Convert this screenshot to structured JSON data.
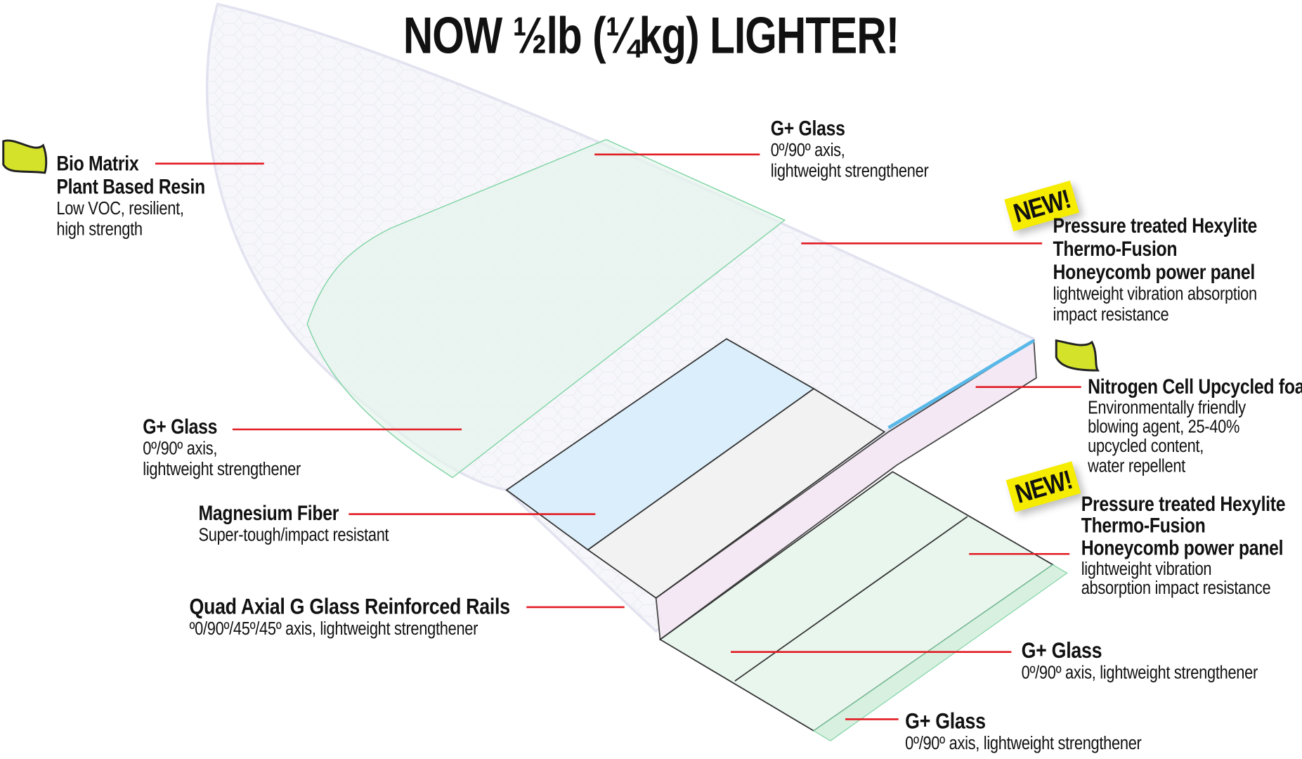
{
  "title": "NOW ½lb (¼kg) LIGHTER!",
  "badge": "NEW!",
  "colors": {
    "leader": "#e21b23",
    "leaf": "#d4e22a",
    "badge": "#f5ec00"
  },
  "labels": {
    "bio_matrix": {
      "heading1": "Bio Matrix",
      "heading2": "Plant Based Resin",
      "desc1": "Low VOC, resilient,",
      "desc2": "high strength"
    },
    "g_glass_top": {
      "heading": "G+ Glass",
      "desc1": "0º/90º axis,",
      "desc2": "lightweight strengthener"
    },
    "hexylite_top": {
      "heading1": "Pressure treated Hexylite",
      "heading2": "Thermo-Fusion",
      "heading3": "Honeycomb power panel",
      "desc1": "lightweight vibration absorption",
      "desc2": "impact resistance"
    },
    "nitrogen": {
      "heading": "Nitrogen Cell Upcycled foam",
      "desc1": "Environmentally friendly",
      "desc2": "blowing agent, 25-40%",
      "desc3": "upcycled content,",
      "desc4": "water repellent"
    },
    "g_glass_left": {
      "heading": "G+ Glass",
      "desc1": "0º/90º axis,",
      "desc2": "lightweight strengthener"
    },
    "magnesium": {
      "heading": "Magnesium Fiber",
      "desc": "Super-tough/impact resistant"
    },
    "hexylite_bottom": {
      "heading1": "Pressure treated Hexylite",
      "heading2": "Thermo-Fusion",
      "heading3": "Honeycomb power panel",
      "desc1": "lightweight vibration",
      "desc2": "absorption impact resistance"
    },
    "quad_axial": {
      "heading": "Quad Axial G Glass Reinforced Rails",
      "desc": "º0/90º/45º/45º axis, lightweight strengthener"
    },
    "g_glass_bottom_right": {
      "heading": "G+ Glass",
      "desc": "0º/90º axis, lightweight strengthener"
    },
    "g_glass_bottom": {
      "heading": "G+ Glass",
      "desc": "0º/90º axis, lightweight strengthener"
    }
  }
}
